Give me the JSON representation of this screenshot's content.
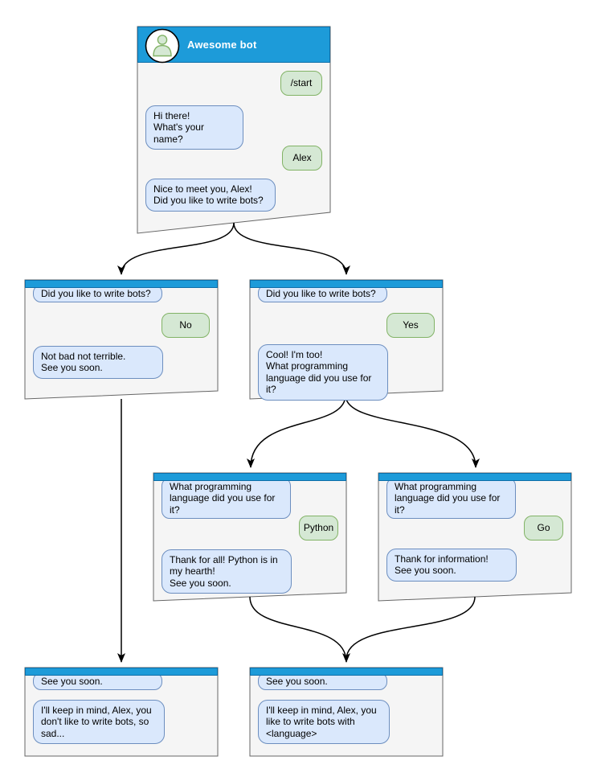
{
  "palette": {
    "header_blue": "#1d9bd9",
    "header_stroke": "#0d6ea8",
    "window_fill": "#f5f5f5",
    "window_stroke": "#666666",
    "bot_fill": "#dae8fc",
    "bot_stroke": "#6c8ebf",
    "user_fill": "#d5e8d4",
    "user_stroke": "#82b366",
    "arrow_color": "#000000",
    "avatar_fill": "#ffffff",
    "avatar_stroke": "#000000"
  },
  "diagram": {
    "main": {
      "title": "Awesome bot",
      "avatar_icon": "person-icon",
      "messages": [
        {
          "from": "user",
          "text": "/start"
        },
        {
          "from": "bot",
          "text": "Hi there!\nWhat's your name?"
        },
        {
          "from": "user",
          "text": "Alex"
        },
        {
          "from": "bot",
          "text": "Nice to meet you, Alex!\nDid you like to write bots?"
        }
      ]
    },
    "no_branch": {
      "pinned": "Did you like to write bots?",
      "reply": "No",
      "bot": "Not bad not terrible.\nSee you soon."
    },
    "yes_branch": {
      "pinned": "Did you like to write bots?",
      "reply": "Yes",
      "bot": "Cool! I'm too!\nWhat programming\nlanguage did you use for it?"
    },
    "python_branch": {
      "pinned": "What programming\nlanguage did you use for it?",
      "reply": "Python",
      "bot": "Thank for all! Python is in\nmy hearth!\nSee you soon."
    },
    "go_branch": {
      "pinned": "What programming\nlanguage did you use for it?",
      "reply": "Go",
      "bot": "Thank for information!\nSee you soon."
    },
    "end_no": {
      "pinned": "See you soon.",
      "bot": "I'll keep in mind, Alex, you\ndon't like to write bots, so\nsad..."
    },
    "end_yes": {
      "pinned": "See you soon.",
      "bot": "I'll keep in mind, Alex, you\nlike to write bots with\n<language>"
    }
  }
}
